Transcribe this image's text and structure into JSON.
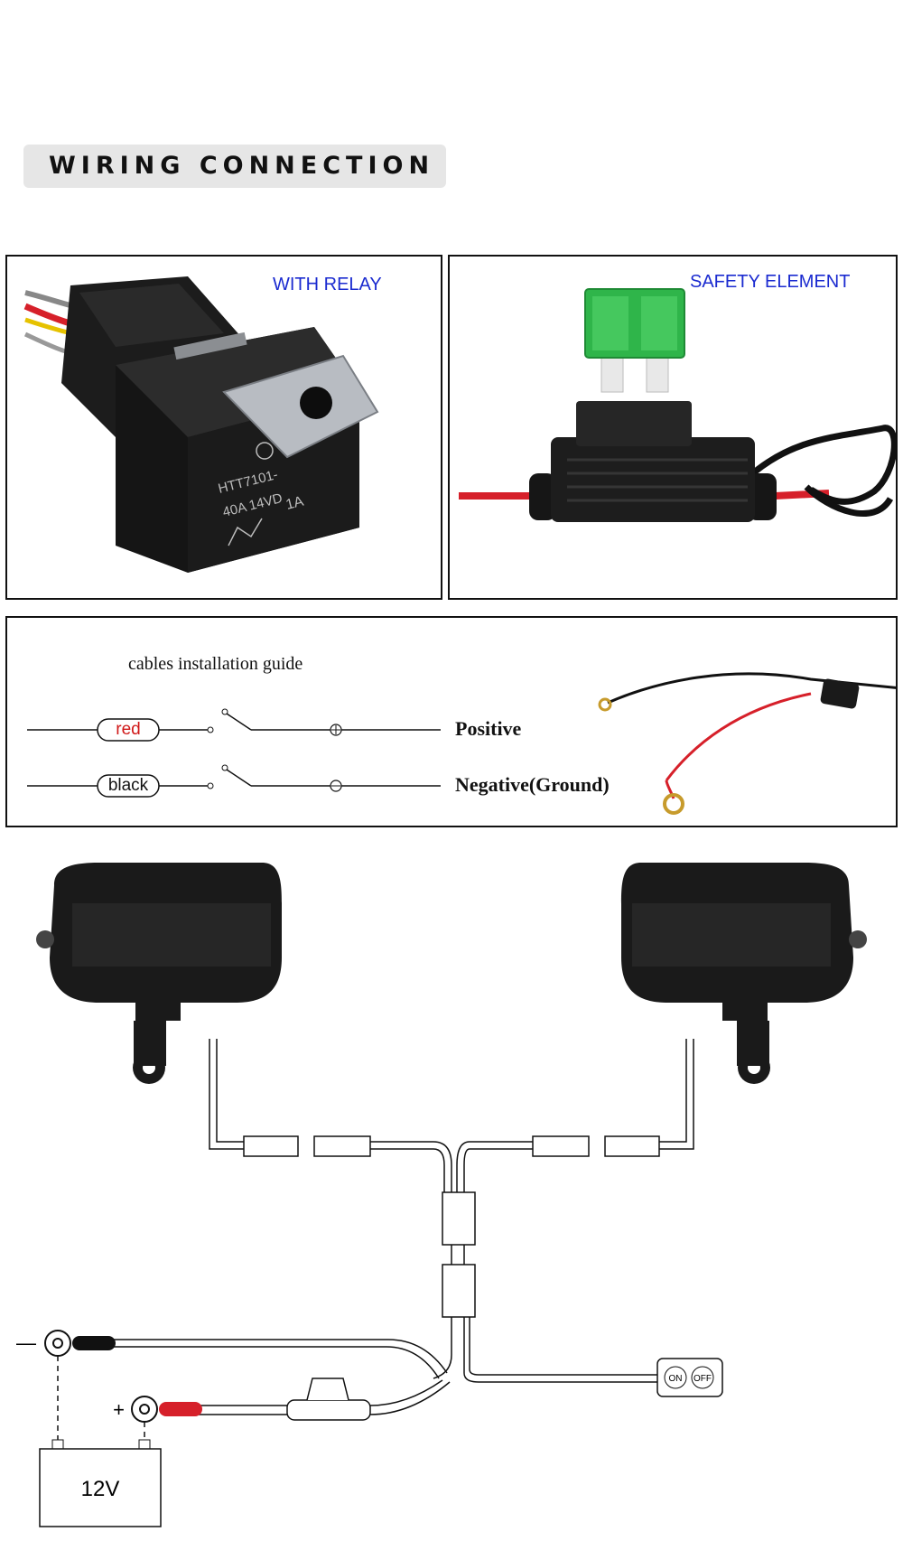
{
  "header": {
    "title": "WIRING CONNECTION"
  },
  "panels": {
    "relay": {
      "label": "WITH RELAY",
      "marking_line1": "HTT7101-",
      "marking_line2": "40A   14VD",
      "marking_line3": "1A"
    },
    "fuse": {
      "label": "SAFETY ELEMENT"
    }
  },
  "guide": {
    "title": "cables installation guide",
    "rows": [
      {
        "wire": "red",
        "terminal": "Positive",
        "wire_color": "#d01818"
      },
      {
        "wire": "black",
        "terminal": "Negative(Ground)",
        "wire_color": "#111111"
      }
    ]
  },
  "diagram": {
    "switch_on": "ON",
    "switch_off": "OFF",
    "battery_label": "12V",
    "negative_sign": "—",
    "positive_sign": "+"
  },
  "colors": {
    "label_blue": "#1b2bd0",
    "fuse_green": "#2fb54a",
    "wire_red": "#d6202a",
    "lamp_black": "#1a1a1a"
  }
}
